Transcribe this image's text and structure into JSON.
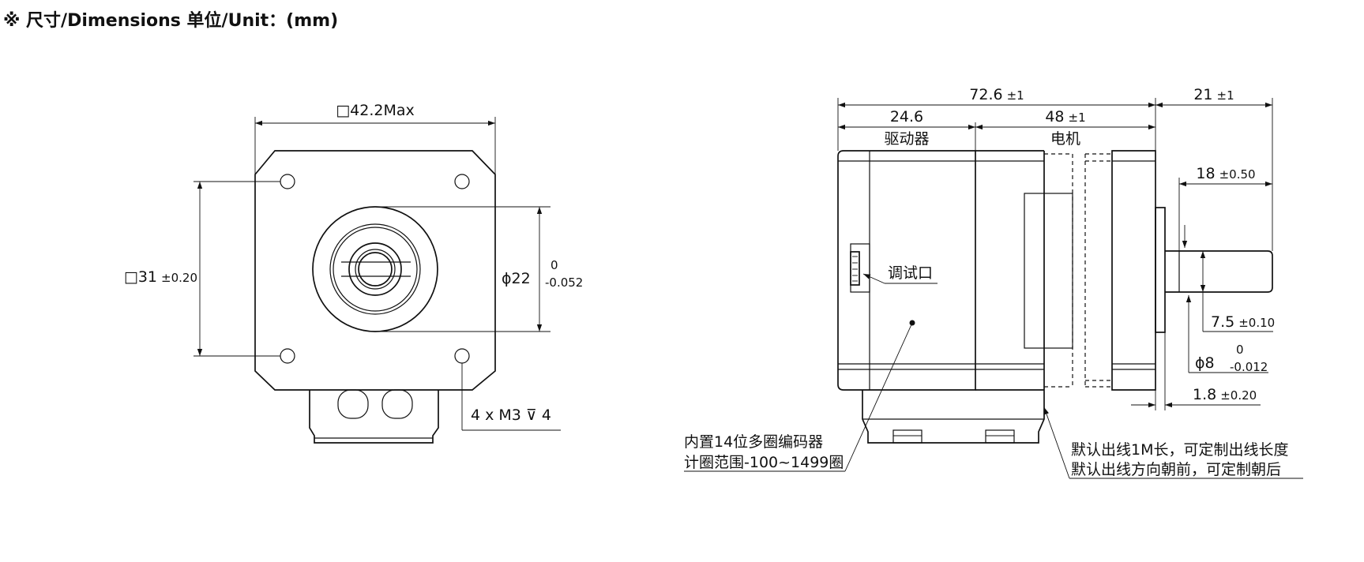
{
  "header": {
    "title": "※ 尺寸/Dimensions  单位/Unit：(mm)"
  },
  "front_view": {
    "width_label": "□42.2Max",
    "hole_spacing_value": "□31",
    "hole_spacing_tol": "±0.20",
    "pilot_dia_value": "ϕ22",
    "pilot_tol_upper": "0",
    "pilot_tol_lower": "-0.052",
    "hole_callout": "4 x  M3 ⊽ 4"
  },
  "side_view": {
    "total_length_value": "72.6",
    "total_length_tol": "±1",
    "driver_length": "24.6",
    "driver_label": "驱动器",
    "motor_length_value": "48",
    "motor_length_tol": "±1",
    "motor_label": "电机",
    "shaft_length_value": "21",
    "shaft_length_tol": "±1",
    "flat_length_value": "18",
    "flat_length_tol": "±0.50",
    "flat_depth_value": "7.5",
    "flat_depth_tol": "±0.10",
    "shaft_dia_value": "ϕ8",
    "shaft_tol_upper": "0",
    "shaft_tol_lower": "-0.012",
    "flange_thickness_value": "1.8",
    "flange_thickness_tol": "±0.20",
    "debug_port_label": "调试口",
    "encoder_note_line1": "内置14位多圈编码器",
    "encoder_note_line2": "计圈范围-100~1499圈",
    "cable_note_line1": "默认出线1M长，可定制出线长度",
    "cable_note_line2": "默认出线方向朝前，可定制朝后"
  }
}
